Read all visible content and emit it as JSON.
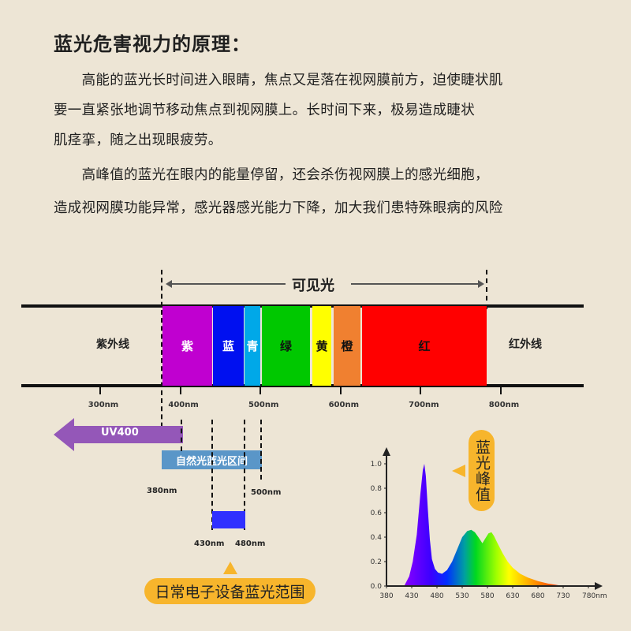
{
  "title": "蓝光危害视力的原理：",
  "paragraphs": [
    "　　高能的蓝光长时间进入眼睛，焦点又是落在视网膜前方，迫使睫状肌",
    "要一直紧张地调节移动焦点到视网膜上。长时间下来，极易造成睫状",
    "肌痉挛，随之出现眼疲劳。",
    "　　高峰值的蓝光在眼内的能量停留，还会杀伤视网膜上的感光细胞，",
    "造成视网膜功能异常，感光器感光能力下降，加大我们患特殊眼病的风险"
  ],
  "spectrum": {
    "visible_label": "可见光",
    "uv_label": "紫外线",
    "ir_label": "红外线",
    "bands": [
      {
        "label": "紫",
        "color": "#c000d0",
        "text_color": "#ffffff"
      },
      {
        "label": "蓝",
        "color": "#0010f0",
        "text_color": "#ffffff"
      },
      {
        "label": "青",
        "color": "#00a8e8",
        "text_color": "#ffffff"
      },
      {
        "label": "绿",
        "color": "#00c800",
        "text_color": "#111111"
      },
      {
        "label": "黄",
        "color": "#ffff00",
        "text_color": "#111111"
      },
      {
        "label": "橙",
        "color": "#f08030",
        "text_color": "#111111"
      },
      {
        "label": "红",
        "color": "#ff0000",
        "text_color": "#111111"
      }
    ],
    "ticks": [
      "300nm",
      "400nm",
      "500nm",
      "600nm",
      "700nm",
      "800nm"
    ]
  },
  "ranges": {
    "uv400_label": "UV400",
    "uv400_color": "#9457b8",
    "natural_label": "自然光蓝光区间",
    "natural_color": "#5a96c8",
    "natural_start": "380nm",
    "natural_end": "500nm",
    "device_color": "#3030ff",
    "device_start": "430nm",
    "device_end": "480nm",
    "device_callout": "日常电子设备蓝光范围",
    "callout_color": "#f7b52c"
  },
  "peak_callout": "蓝光峰值",
  "chart_data": {
    "type": "area",
    "x_ticks": [
      "380",
      "430",
      "480",
      "530",
      "580",
      "630",
      "680",
      "730",
      "780nm"
    ],
    "y_ticks": [
      "0.0",
      "0.2",
      "0.4",
      "0.6",
      "0.8",
      "1.0"
    ],
    "xlim": [
      380,
      780
    ],
    "ylim": [
      0,
      1.0
    ],
    "x": [
      415,
      425,
      432,
      440,
      447,
      452,
      455,
      458,
      462,
      466,
      470,
      476,
      482,
      490,
      500,
      510,
      520,
      530,
      540,
      548,
      555,
      562,
      570,
      576,
      582,
      588,
      593,
      600,
      610,
      620,
      630,
      645,
      660,
      680,
      700,
      715,
      730
    ],
    "values": [
      0.0,
      0.08,
      0.2,
      0.42,
      0.75,
      0.95,
      1.0,
      0.9,
      0.62,
      0.38,
      0.22,
      0.14,
      0.11,
      0.1,
      0.13,
      0.2,
      0.3,
      0.4,
      0.45,
      0.46,
      0.44,
      0.4,
      0.35,
      0.39,
      0.43,
      0.44,
      0.41,
      0.35,
      0.27,
      0.2,
      0.15,
      0.1,
      0.07,
      0.04,
      0.02,
      0.01,
      0.0
    ],
    "grid": false
  }
}
